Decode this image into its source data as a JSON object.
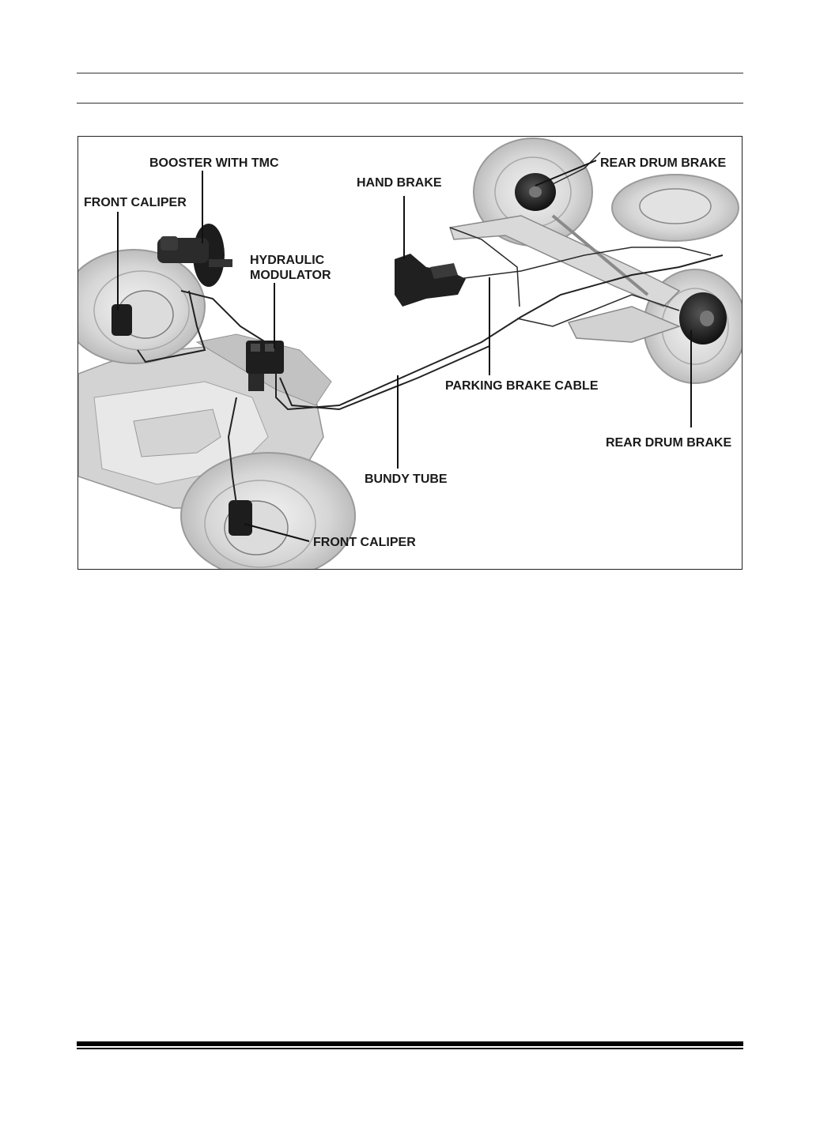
{
  "diagram": {
    "labels": {
      "booster": "BOOSTER WITH TMC",
      "front_caliper_top": "FRONT CALIPER",
      "hydraulic_modulator_line1": "HYDRAULIC",
      "hydraulic_modulator_line2": "MODULATOR",
      "hand_brake": "HAND BRAKE",
      "rear_drum_brake_top": "REAR DRUM BRAKE",
      "parking_brake_cable": "PARKING BRAKE CABLE",
      "rear_drum_brake_bottom": "REAR DRUM BRAKE",
      "bundy_tube": "BUNDY TUBE",
      "front_caliper_bottom": "FRONT CALIPER"
    }
  }
}
